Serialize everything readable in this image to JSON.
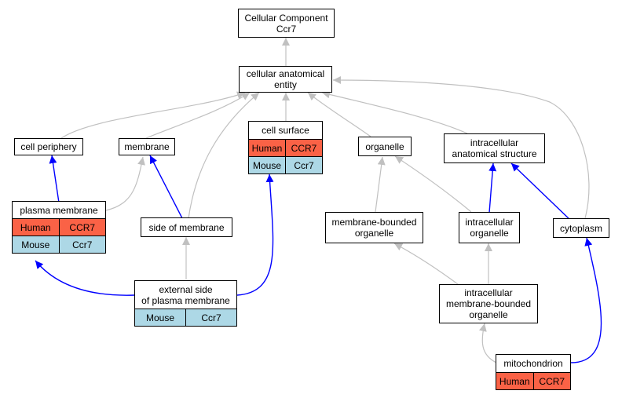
{
  "colors": {
    "human": "#fa6246",
    "mouse": "#add8e6",
    "is_a_edge": "#c0c0c0",
    "part_of_edge": "#0000ff"
  },
  "nodes": {
    "root": {
      "lines": [
        "Cellular Component",
        "Ccr7"
      ]
    },
    "cae": {
      "lines": [
        "cellular anatomical",
        "entity"
      ]
    },
    "cell_periphery": {
      "lines": [
        "cell periphery"
      ]
    },
    "membrane": {
      "lines": [
        "membrane"
      ]
    },
    "cell_surface": {
      "lines": [
        "cell surface"
      ],
      "human": [
        "Human",
        "CCR7"
      ],
      "mouse": [
        "Mouse",
        "Ccr7"
      ]
    },
    "organelle": {
      "lines": [
        "organelle"
      ]
    },
    "ias": {
      "lines": [
        "intracellular",
        "anatomical structure"
      ]
    },
    "plasma_membrane": {
      "lines": [
        "plasma membrane"
      ],
      "human": [
        "Human",
        "CCR7"
      ],
      "mouse": [
        "Mouse",
        "Ccr7"
      ]
    },
    "side_of_membrane": {
      "lines": [
        "side of membrane"
      ]
    },
    "mbo": {
      "lines": [
        "membrane-bounded",
        "organelle"
      ]
    },
    "io": {
      "lines": [
        "intracellular",
        "organelle"
      ]
    },
    "cytoplasm": {
      "lines": [
        "cytoplasm"
      ]
    },
    "external_side": {
      "lines": [
        "external side",
        "of plasma membrane"
      ],
      "mouse": [
        "Mouse",
        "Ccr7"
      ]
    },
    "imbo": {
      "lines": [
        "intracellular",
        "membrane-bounded",
        "organelle"
      ]
    },
    "mitochondrion": {
      "lines": [
        "mitochondrion"
      ],
      "human": [
        "Human",
        "CCR7"
      ]
    }
  }
}
